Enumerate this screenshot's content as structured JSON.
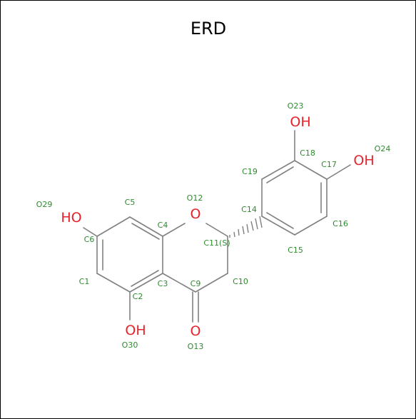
{
  "title": "ERD",
  "heteroatom_text": {
    "oh_23": "OH",
    "oh_24": "OH",
    "ho_29": "HO",
    "oh_30": "OH",
    "o_12": "O",
    "o_13": "O"
  },
  "atom_labels": {
    "O23": "O23",
    "O24": "O24",
    "O29": "O29",
    "C5": "C5",
    "O12": "O12",
    "C14": "C14",
    "C19": "C19",
    "C18": "C18",
    "C17": "C17",
    "C16": "C16",
    "C15": "C15",
    "C6": "C6",
    "C4": "C4",
    "C11": "C11(S)",
    "C1": "C1",
    "C3": "C3",
    "C2": "C2",
    "C9": "C9",
    "C10": "C10",
    "O30": "O30",
    "O13": "O13"
  },
  "colors": {
    "bond": "#808080",
    "oxygen": "#e6232a",
    "carbon_label": "#2e8b2e",
    "border": "#000000"
  }
}
